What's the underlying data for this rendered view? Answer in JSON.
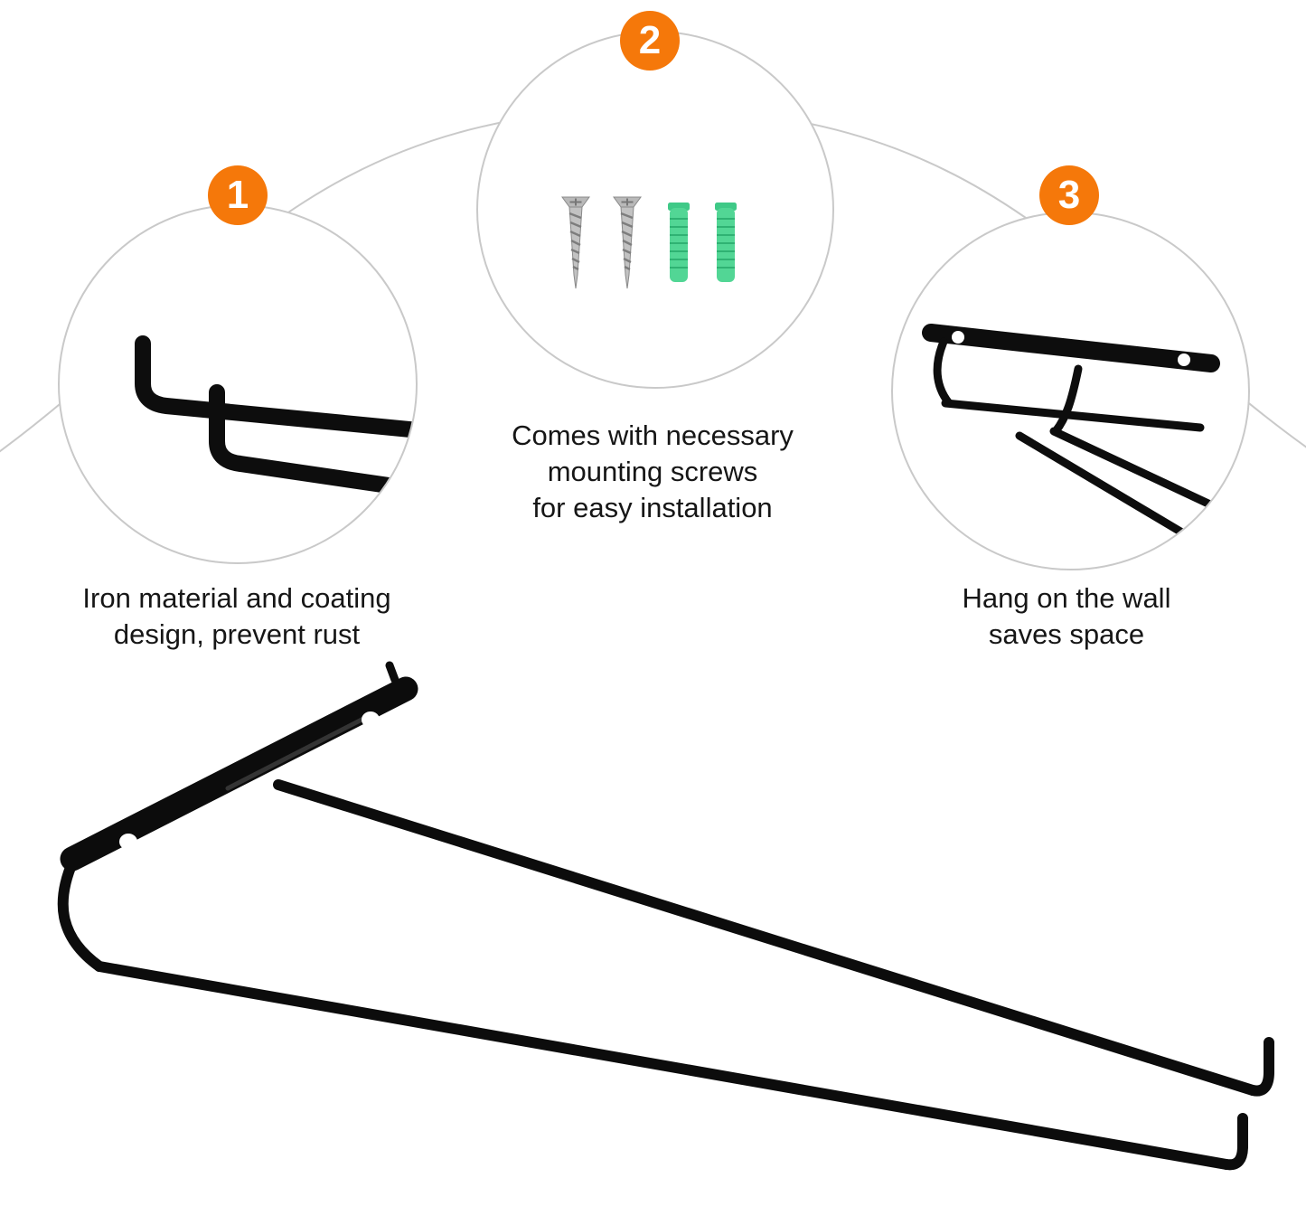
{
  "page": {
    "background": "#ffffff"
  },
  "colors": {
    "badge_orange": "#F5780A",
    "rack_black": "#0d0d0d",
    "anchor_green": "#52d695",
    "screw_gray": "#b9b9b9",
    "circle_outline": "#c9c9c9",
    "caption_text": "#161616"
  },
  "features": [
    {
      "number": "1",
      "icon": "rack-hook-ends-closeup-icon",
      "caption_lines": [
        "Iron material and coating",
        "design, prevent rust"
      ]
    },
    {
      "number": "2",
      "icon": "mounting-screws-and-anchors-icon",
      "caption_lines": [
        "Comes with necessary",
        "mounting screws",
        "for easy installation"
      ]
    },
    {
      "number": "3",
      "icon": "wall-mounted-rack-closeup-icon",
      "caption_lines": [
        "Hang on the wall",
        "saves space"
      ]
    }
  ],
  "product": {
    "name": "wall-mounted-wine-glass-stemware-rack"
  }
}
